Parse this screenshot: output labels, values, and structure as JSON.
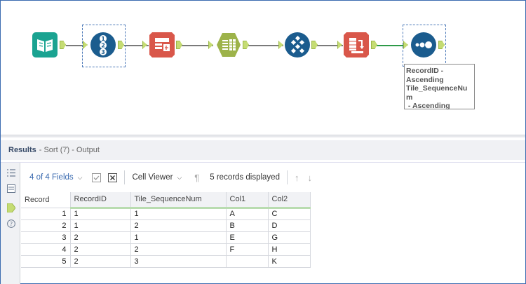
{
  "canvas": {
    "annotation_lines": [
      "RecordID -",
      "Ascending",
      "Tile_SequenceNum",
      " - Ascending"
    ],
    "tools": [
      {
        "name": "input-tool",
        "color": "#1aa391"
      },
      {
        "name": "record-id-tool",
        "color": "#1b5c8e"
      },
      {
        "name": "tile-tool",
        "color": "#d9574a"
      },
      {
        "name": "text-to-columns-tool",
        "color": "#9db34a"
      },
      {
        "name": "crosstab-tool",
        "color": "#1b5c8e"
      },
      {
        "name": "multi-row-tool",
        "color": "#d9574a"
      },
      {
        "name": "sort-tool",
        "color": "#1b5c8e"
      }
    ]
  },
  "results": {
    "title": "Results",
    "subtitle": "- Sort (7) - Output",
    "toolbar": {
      "fields_label": "4 of 4 Fields",
      "viewer_label": "Cell Viewer",
      "records_label": "5 records displayed"
    },
    "columns": [
      "Record",
      "RecordID",
      "Tile_SequenceNum",
      "Col1",
      "Col2"
    ],
    "rows": [
      [
        "1",
        "1",
        "1",
        "A",
        "C"
      ],
      [
        "2",
        "1",
        "2",
        "B",
        "D"
      ],
      [
        "3",
        "2",
        "1",
        "E",
        "G"
      ],
      [
        "4",
        "2",
        "2",
        "F",
        "H"
      ],
      [
        "5",
        "2",
        "3",
        "",
        "K"
      ]
    ]
  }
}
